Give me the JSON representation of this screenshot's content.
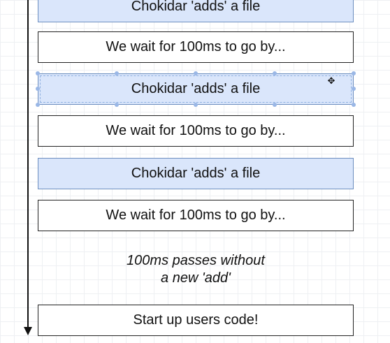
{
  "steps": [
    {
      "label": "Chokidar 'adds' a file",
      "kind": "event"
    },
    {
      "label": "We wait for 100ms to go by...",
      "kind": "wait"
    },
    {
      "label": "Chokidar 'adds' a file",
      "kind": "event"
    },
    {
      "label": "We wait for 100ms to go by...",
      "kind": "wait"
    },
    {
      "label": "Chokidar 'adds' a file",
      "kind": "event"
    },
    {
      "label": "We wait for 100ms to go by...",
      "kind": "wait"
    }
  ],
  "note": {
    "line1": "100ms passes without",
    "line2": "a new 'add'"
  },
  "final_step": {
    "label": "Start up users code!"
  },
  "colors": {
    "event_fill": "#dae6fb",
    "event_border": "#6c8ebf",
    "wait_fill": "#ffffff",
    "wait_border": "#222222",
    "timeline": "#111111"
  },
  "icons": {
    "cursor": "move-cursor-icon"
  }
}
